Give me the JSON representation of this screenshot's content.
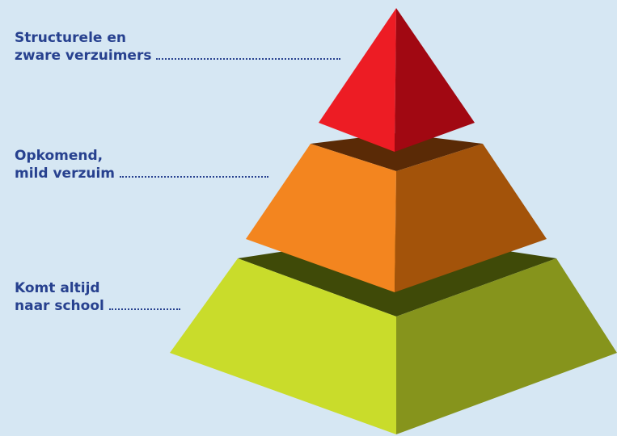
{
  "colors": {
    "background": "#d6e7f3",
    "label_text": "#27418f",
    "tier_top_light": "#ed1c24",
    "tier_top_dark": "#a10812",
    "tier_middle_light": "#f3851f",
    "tier_middle_dark": "#a3530a",
    "tier_middle_top_face": "#5a2a06",
    "tier_bottom_light": "#c9dc2b",
    "tier_bottom_dark": "#86941c",
    "tier_bottom_top_face": "#3f4a08"
  },
  "tiers": [
    {
      "line1": "Structurele en",
      "line2": "zware verzuimers"
    },
    {
      "line1": "Opkomend,",
      "line2": "mild verzuim"
    },
    {
      "line1": "Komt altijd",
      "line2": "naar school"
    }
  ]
}
